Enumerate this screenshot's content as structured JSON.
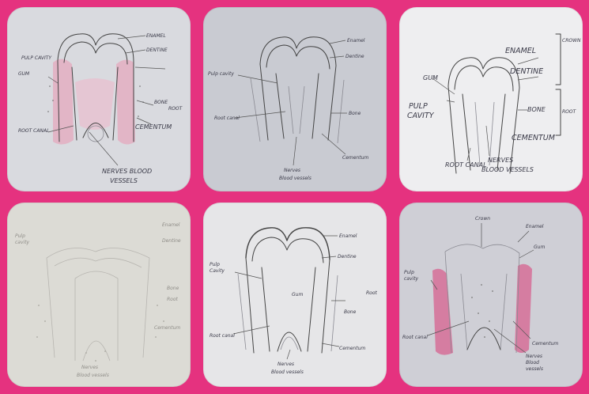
{
  "panels": [
    {
      "labels": {
        "enamel": "ENAMEL",
        "dentine": "DENTINE",
        "gum": "GUM",
        "pulp_cavity": "PULP CAVITY",
        "bone": "BONE",
        "root": "ROOT",
        "cementum": "CEMENTUM",
        "root_canal": "ROOT CANAL",
        "nerves": "NERVES BLOOD",
        "vessels": "VESSELS"
      },
      "colors": {
        "bg": "#d9dadf",
        "accent": "#e4a8be"
      }
    },
    {
      "labels": {
        "enamel": "Enamel",
        "dentine": "Dentine",
        "pulp": "Pulp cavity",
        "root_canal": "Root canal",
        "bone": "Bone",
        "cementum": "Cementum",
        "nerves": "Nerves",
        "vessels": "Blood vessels"
      },
      "colors": {
        "bg": "#c9cbd2"
      }
    },
    {
      "labels": {
        "crown": "CROWN",
        "enamel": "ENAMEL",
        "dentine": "DENTINE",
        "gum": "GUM",
        "pulp": "PULP",
        "cavity": "CAVITY",
        "root_canal": "ROOT CANAL",
        "bone": "BONE",
        "root": "ROOT",
        "cementum": "CEMENTUM",
        "nerves": "NERVES",
        "vessels": "BLOOD VESSELS"
      },
      "colors": {
        "bg": "#eeeef0"
      }
    },
    {
      "labels": {
        "pulp": "Pulp",
        "cavity": "cavity",
        "enamel": "Enamel",
        "dentine": "Dentine",
        "bone": "Bone",
        "root": "Root",
        "cementum": "Cementum",
        "nerves": "Nerves",
        "vessels": "Blood vessels"
      },
      "colors": {
        "bg": "#dcdbd5"
      }
    },
    {
      "labels": {
        "enamel": "Enamel",
        "dentine": "Dentine",
        "pulp": "Pulp",
        "cavity": "Cavity",
        "gum": "Gum",
        "bone": "Bone",
        "root": "Root",
        "root_canal": "Root canal",
        "cementum": "Cementum",
        "nerves": "Nerves",
        "vessels": "Blood vessels"
      },
      "colors": {
        "bg": "#e6e6e8"
      }
    },
    {
      "labels": {
        "crown": "Crown",
        "enamel": "Enamel",
        "gum": "Gum",
        "pulp": "Pulp",
        "cavity": "cavity",
        "root_canal": "Root canal",
        "cementum": "Cementum",
        "nerves": "Nerves",
        "vessels": "Blood",
        "vessels2": "vessels"
      },
      "colors": {
        "bg": "#cfcfd6",
        "accent": "#d66e98"
      }
    }
  ]
}
